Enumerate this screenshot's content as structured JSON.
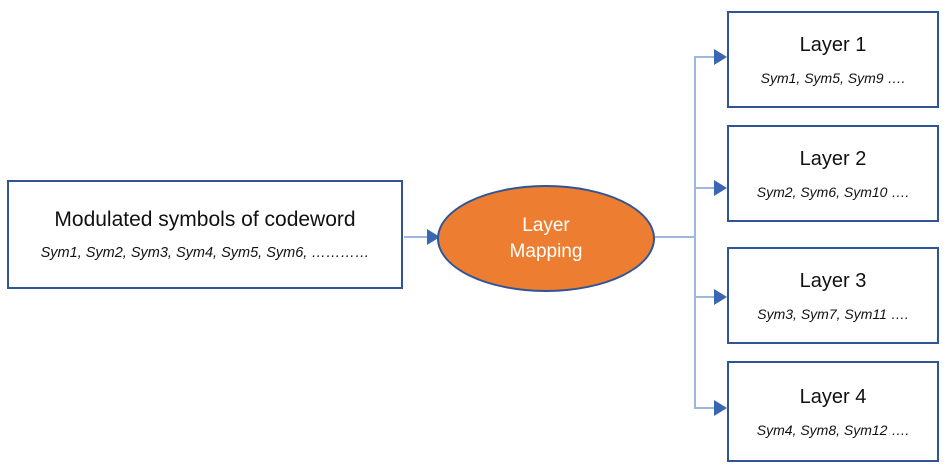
{
  "diagram": {
    "title": "Layer Mapping",
    "colors": {
      "box_border": "#2F5597",
      "ellipse_fill": "#ED7D31",
      "ellipse_border": "#2F5597",
      "ellipse_text": "#FFFFFF",
      "connector_line": "#9DB7DE",
      "arrow_head": "#3A67B1",
      "background": "#FFFFFF",
      "text": "#111111"
    },
    "source": {
      "title": "Modulated symbols of codeword",
      "symbols": "Sym1, Sym2, Sym3, Sym4, Sym5,  Sym6, …………"
    },
    "process": {
      "line1": "Layer",
      "line2": "Mapping"
    },
    "layers": [
      {
        "title": "Layer 1",
        "symbols": "Sym1, Sym5, Sym9 …."
      },
      {
        "title": "Layer 2",
        "symbols": "Sym2, Sym6, Sym10 …."
      },
      {
        "title": "Layer 3",
        "symbols": "Sym3, Sym7, Sym11 …."
      },
      {
        "title": "Layer 4",
        "symbols": "Sym4, Sym8, Sym12 …."
      }
    ]
  }
}
